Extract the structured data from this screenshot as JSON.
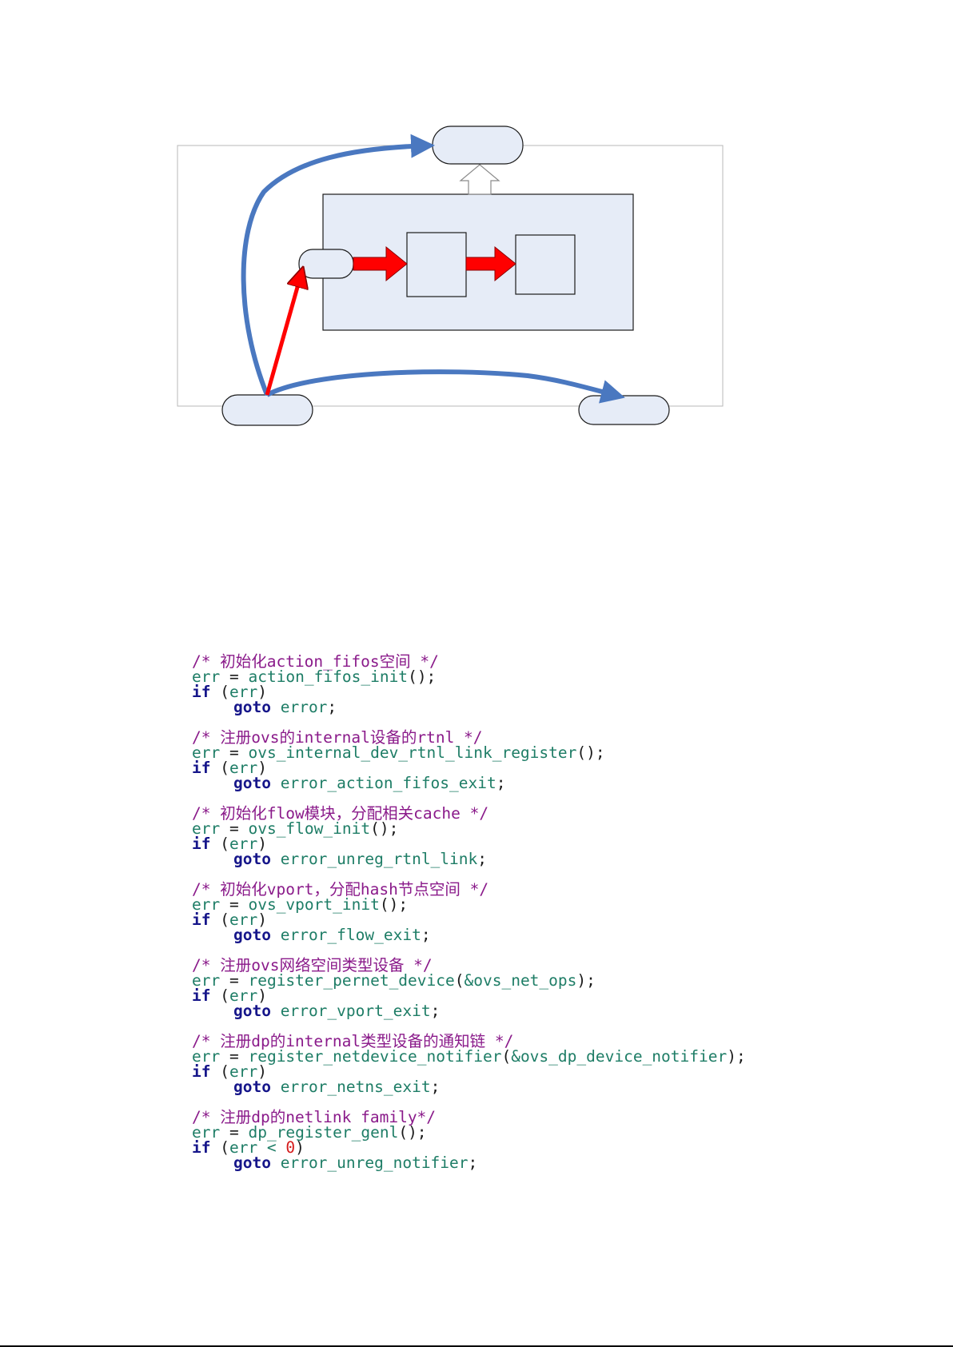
{
  "colors": {
    "node_fill": "#e6ecf7",
    "node_stroke": "#1a1a1a",
    "outer_frame_stroke": "#b8b8b8",
    "blue_arrow": "#4a78c0",
    "red_arrow": "#ff0000",
    "comment": "#8a1a8a",
    "keyword": "#16168a",
    "identifier": "#1e7d66",
    "number": "#d41b1b"
  },
  "diagram": {
    "nodes": [
      {
        "id": "top-node",
        "shape": "rounded"
      },
      {
        "id": "left-small-node",
        "shape": "rounded"
      },
      {
        "id": "inner-box-1",
        "shape": "square"
      },
      {
        "id": "inner-box-2",
        "shape": "square"
      },
      {
        "id": "bottom-left-node",
        "shape": "rounded"
      },
      {
        "id": "bottom-right-node",
        "shape": "rounded"
      },
      {
        "id": "container",
        "shape": "rectangle"
      }
    ],
    "edges": [
      {
        "from": "bottom-left-node",
        "to": "top-node",
        "style": "blue-curved"
      },
      {
        "from": "bottom-left-node",
        "to": "bottom-right-node",
        "style": "blue-curved"
      },
      {
        "from": "bottom-left-node",
        "to": "left-small-node",
        "style": "red-straight"
      },
      {
        "from": "left-small-node",
        "to": "inner-box-1",
        "style": "red-block"
      },
      {
        "from": "inner-box-1",
        "to": "inner-box-2",
        "style": "red-block"
      },
      {
        "from": "container",
        "to": "top-node",
        "style": "hollow-up"
      }
    ]
  },
  "code": {
    "blocks": [
      {
        "comment": "/* 初始化action_fifos空间 */",
        "call_lhs": "err",
        "call_fn": "action_fifos_init",
        "call_args": "",
        "if_cond": "err",
        "if_num": "",
        "goto_label": "error"
      },
      {
        "comment": "/* 注册ovs的internal设备的rtnl */",
        "call_lhs": "err",
        "call_fn": "ovs_internal_dev_rtnl_link_register",
        "call_args": "",
        "if_cond": "err",
        "if_num": "",
        "goto_label": "error_action_fifos_exit"
      },
      {
        "comment": "/* 初始化flow模块，分配相关cache */",
        "call_lhs": "err",
        "call_fn": "ovs_flow_init",
        "call_args": "",
        "if_cond": "err",
        "if_num": "",
        "goto_label": "error_unreg_rtnl_link"
      },
      {
        "comment": "/* 初始化vport，分配hash节点空间 */",
        "call_lhs": "err",
        "call_fn": "ovs_vport_init",
        "call_args": "",
        "if_cond": "err",
        "if_num": "",
        "goto_label": "error_flow_exit"
      },
      {
        "comment": "/* 注册ovs网络空间类型设备 */",
        "call_lhs": "err",
        "call_fn": "register_pernet_device",
        "call_args": "&ovs_net_ops",
        "if_cond": "err",
        "if_num": "",
        "goto_label": "error_vport_exit"
      },
      {
        "comment": "/* 注册dp的internal类型设备的通知链 */",
        "call_lhs": "err",
        "call_fn": "register_netdevice_notifier",
        "call_args": "&ovs_dp_device_notifier",
        "if_cond": "err",
        "if_num": "",
        "goto_label": "error_netns_exit"
      },
      {
        "comment": "/* 注册dp的netlink family*/",
        "call_lhs": "err",
        "call_fn": "dp_register_genl",
        "call_args": "",
        "if_cond": "err < ",
        "if_num": "0",
        "goto_label": "error_unreg_notifier"
      }
    ],
    "keywords": {
      "if": "if",
      "goto": "goto"
    }
  }
}
